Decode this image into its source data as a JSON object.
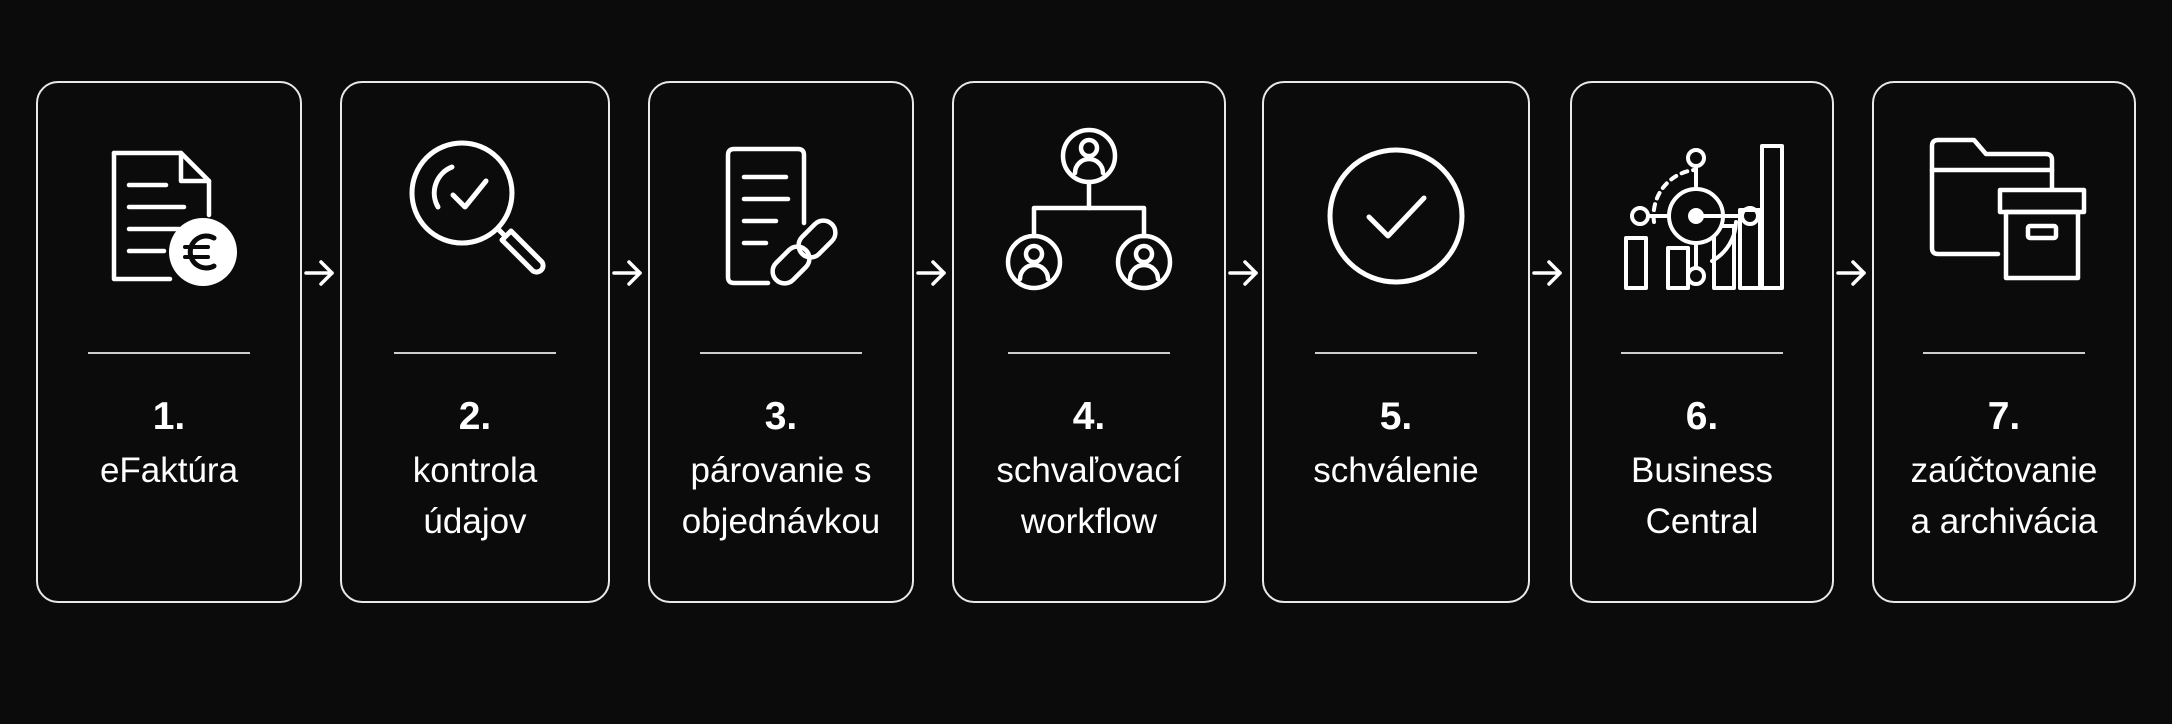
{
  "colors": {
    "background": "#0b0b0b",
    "foreground": "#ffffff",
    "border": "#e9e9e9"
  },
  "steps": [
    {
      "number": "1.",
      "line1": "eFaktúra",
      "line2": "",
      "icon": "invoice-euro-icon"
    },
    {
      "number": "2.",
      "line1": "kontrola",
      "line2": "údajov",
      "icon": "magnifier-check-icon"
    },
    {
      "number": "3.",
      "line1": "párovanie s",
      "line2": "objednávkou",
      "icon": "document-link-icon"
    },
    {
      "number": "4.",
      "line1": "schvaľovací",
      "line2": "workflow",
      "icon": "org-chart-users-icon"
    },
    {
      "number": "5.",
      "line1": "schválenie",
      "line2": "",
      "icon": "check-circle-icon"
    },
    {
      "number": "6.",
      "line1": "Business",
      "line2": "Central",
      "icon": "hub-chart-icon"
    },
    {
      "number": "7.",
      "line1": "zaúčtovanie",
      "line2": "a archivácia",
      "icon": "folder-archive-icon"
    }
  ]
}
